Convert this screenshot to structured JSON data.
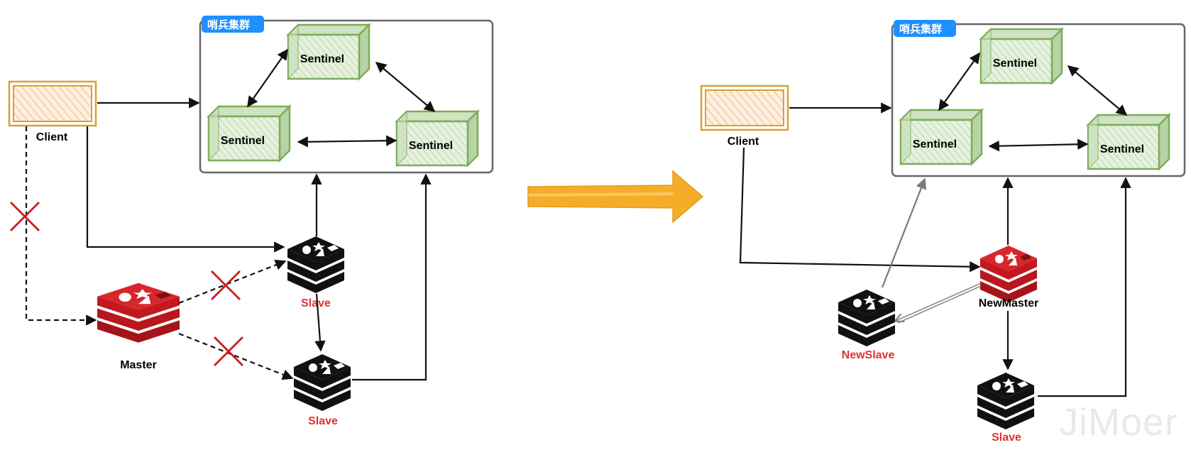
{
  "colors": {
    "client_stroke": "#d9a032",
    "client_fill": "#fde6cf",
    "sentinel_stroke": "#7dac5a",
    "sentinel_fill": "#d9ead0",
    "cluster_badge": "#1e90ff",
    "redis_red": "#c4181f",
    "redis_black": "#111111",
    "slave_label": "#e03131",
    "cross": "#c81e1e",
    "big_arrow": "#f5ad29",
    "gray_arrow": "#7a7a7a",
    "watermark": "#e6e6e6"
  },
  "left": {
    "cluster_label": "哨兵集群",
    "sentinels": [
      "Sentinel",
      "Sentinel",
      "Sentinel"
    ],
    "client_label": "Client",
    "master_label": "Master",
    "slave_labels": [
      "Slave",
      "Slave"
    ],
    "icons": [
      "client-box",
      "redis-master-icon",
      "redis-slave-icon",
      "redis-slave-icon",
      "cross-icon",
      "cross-icon",
      "cross-icon"
    ]
  },
  "right": {
    "cluster_label": "哨兵集群",
    "sentinels": [
      "Sentinel",
      "Sentinel",
      "Sentinel"
    ],
    "client_label": "Client",
    "new_master_label": "NewMaster",
    "new_slave_label": "NewSlave",
    "slave_label": "Slave"
  },
  "transition_arrow": "right-arrow-icon",
  "watermark": "JiMoer"
}
